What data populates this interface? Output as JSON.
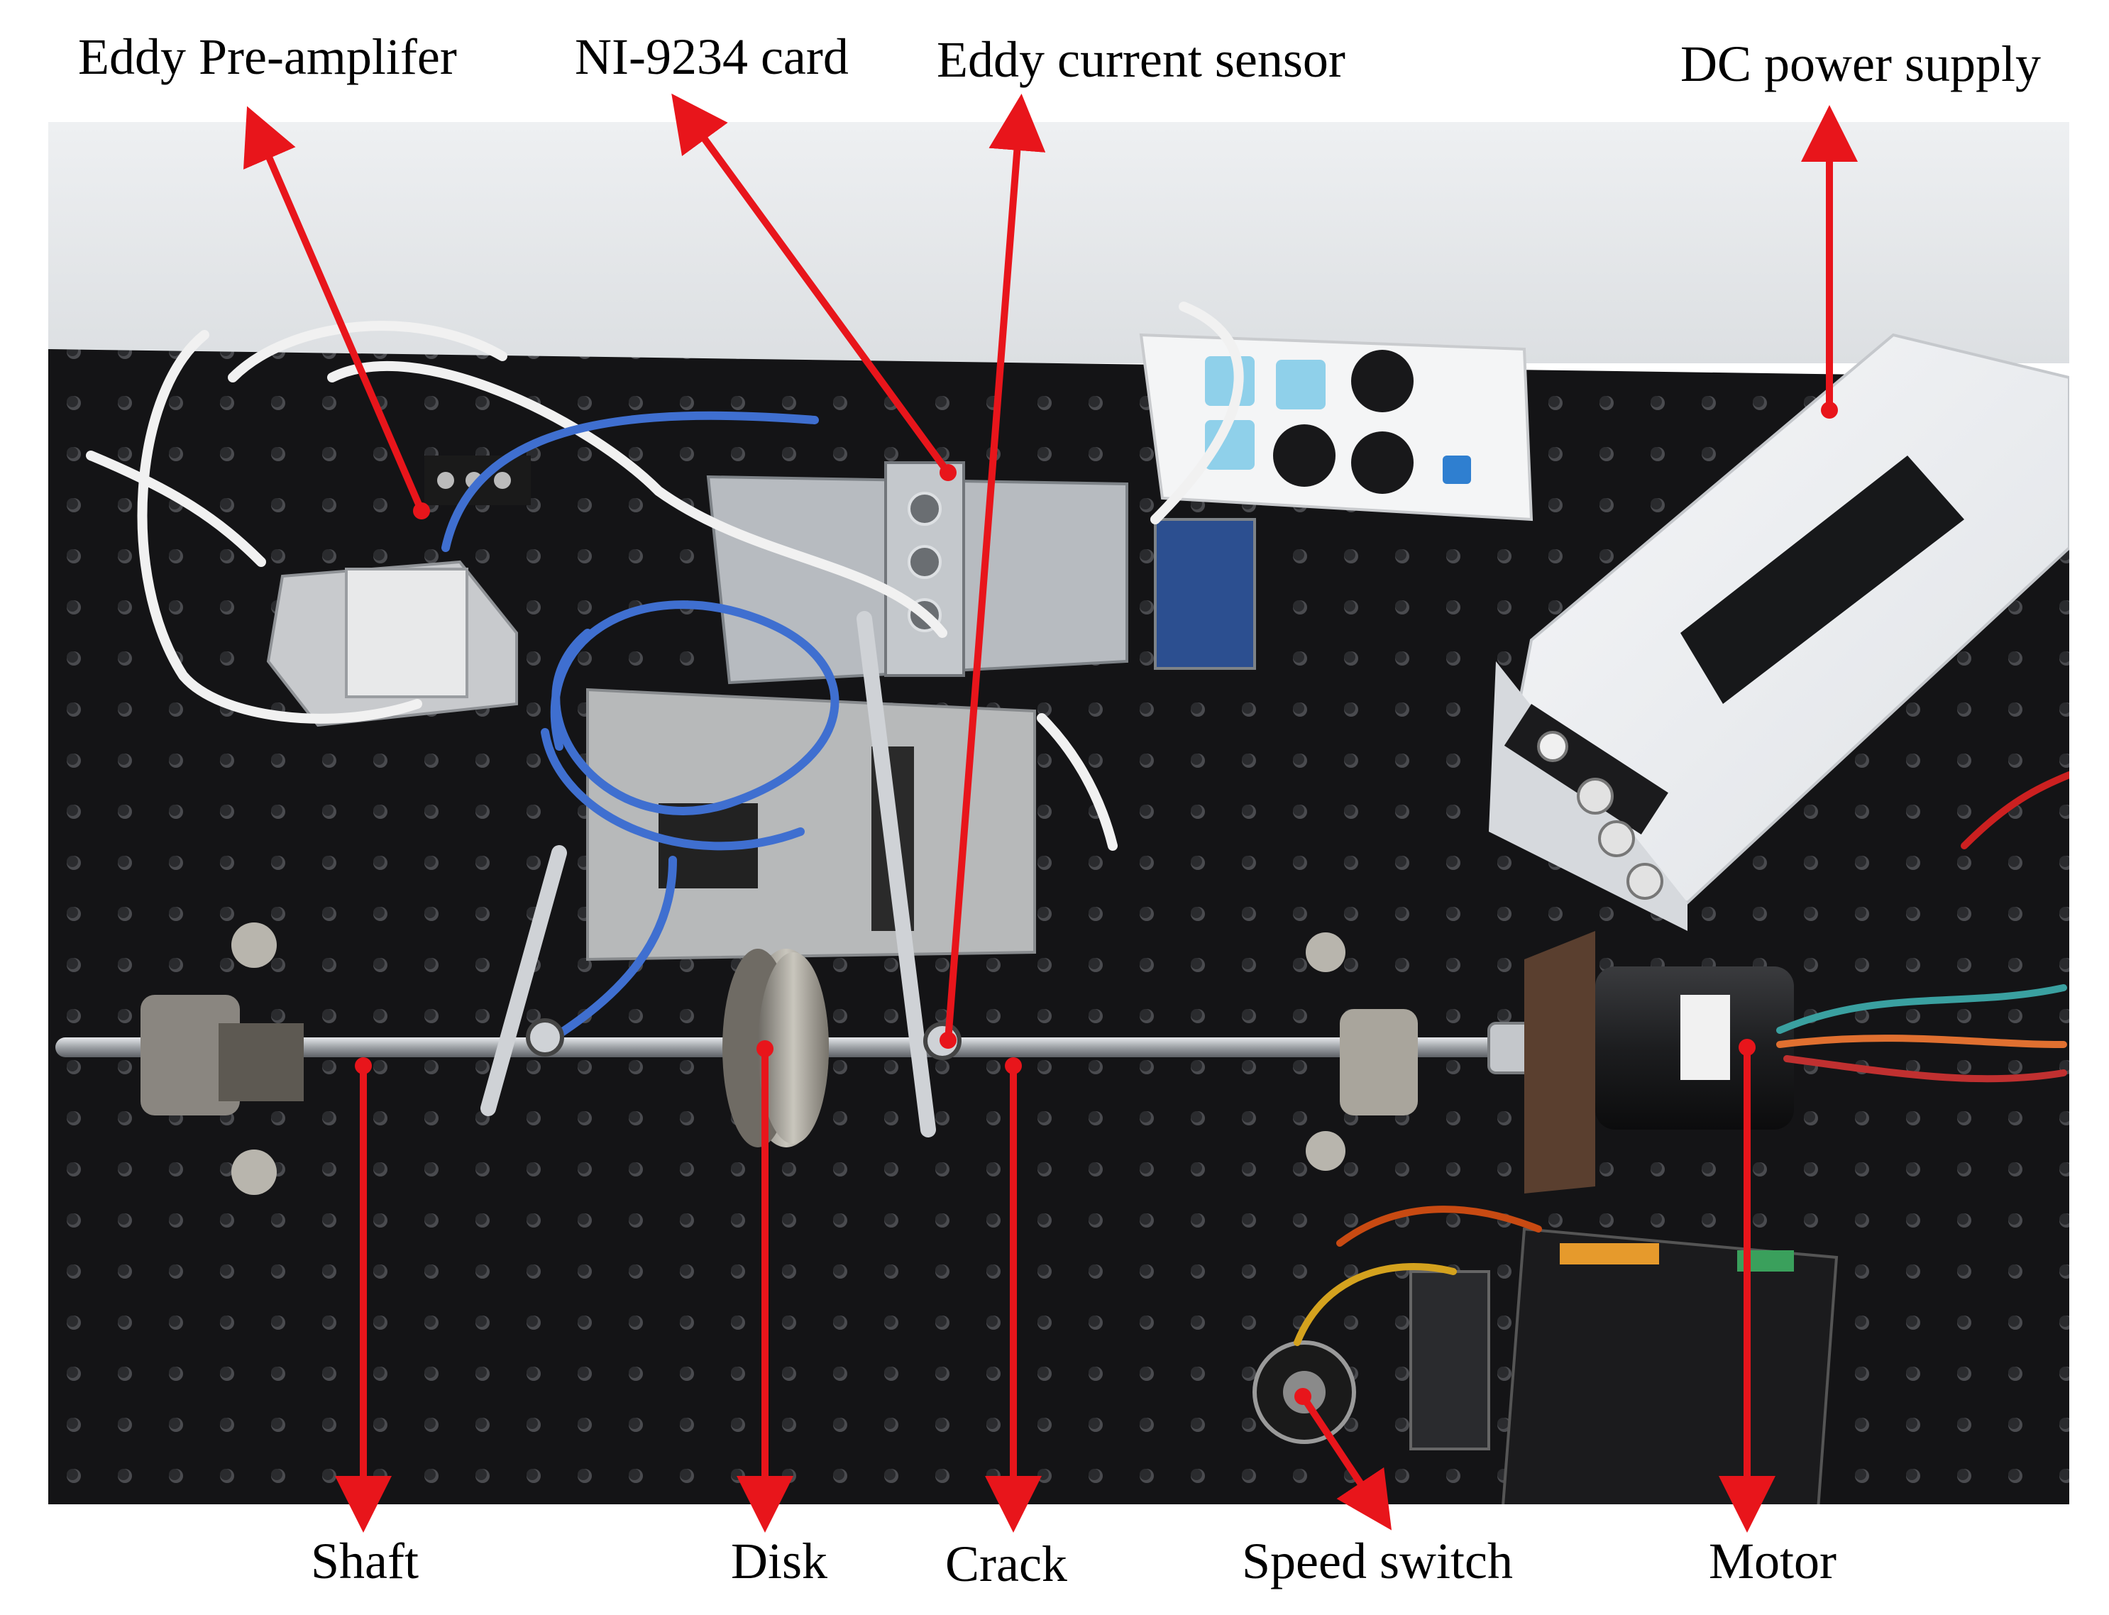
{
  "labels": {
    "preamp": "Eddy Pre-amplifer",
    "ni_card": "NI-9234 card",
    "eddy_sensor": "Eddy current sensor",
    "dc_power": "DC power supply",
    "shaft": "Shaft",
    "disk": "Disk",
    "crack": "Crack",
    "speed_switch": "Speed switch",
    "motor": "Motor"
  },
  "colors": {
    "arrow": "#e8151b",
    "label_text": "#000000",
    "wall": "#e6e8ea",
    "optical_table": "#141416",
    "power_supply_body": "#eef0f2",
    "cable_blue": "#3f6fd0",
    "cable_white": "#f1f1f1",
    "metal": "#b9bcc0"
  }
}
